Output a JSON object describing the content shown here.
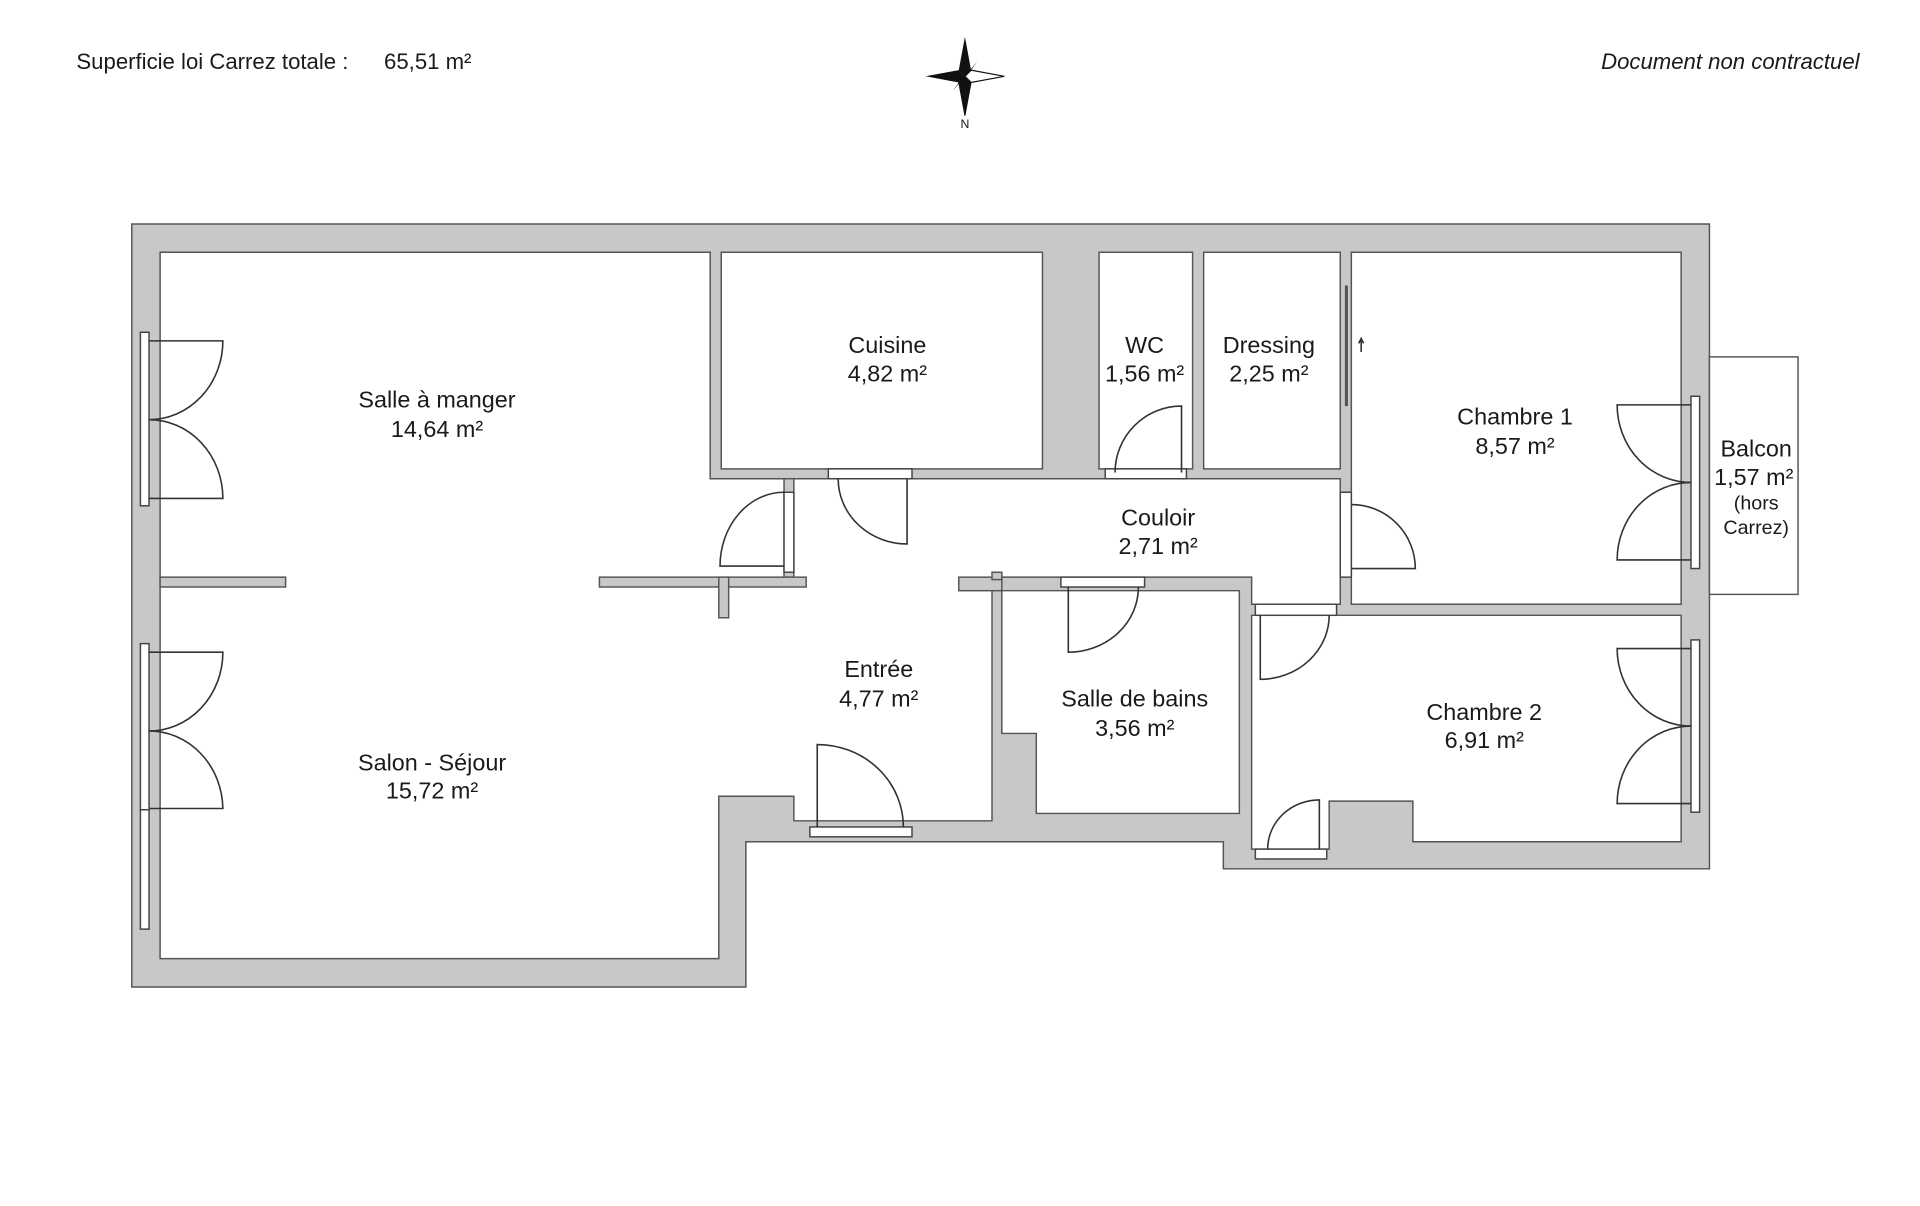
{
  "header": {
    "total_label": "Superficie loi Carrez totale :",
    "total_value": "65,51 m²",
    "disclaimer": "Document non contractuel",
    "compass_label": "N"
  },
  "rooms": [
    {
      "name": "Salle à manger",
      "area": "14,64 m²"
    },
    {
      "name": "Cuisine",
      "area": "4,82 m²"
    },
    {
      "name": "WC",
      "area": "1,56 m²"
    },
    {
      "name": "Dressing",
      "area": "2,25 m²"
    },
    {
      "name": "Chambre 1",
      "area": "8,57 m²"
    },
    {
      "name": "Couloir",
      "area": "2,71 m²"
    },
    {
      "name": "Entrée",
      "area": "4,77 m²"
    },
    {
      "name": "Salle de bains",
      "area": "3,56 m²"
    },
    {
      "name": "Chambre 2",
      "area": "6,91 m²"
    },
    {
      "name": "Balcon",
      "area": "1,57 m²",
      "note_lines": [
        "(hors",
        "Carrez)"
      ]
    },
    {
      "name": "Salon - Séjour",
      "area": "15,72 m²"
    }
  ],
  "colors": {
    "wall": "#c8c8c8",
    "room": "#ffffff",
    "line": "#333333"
  }
}
